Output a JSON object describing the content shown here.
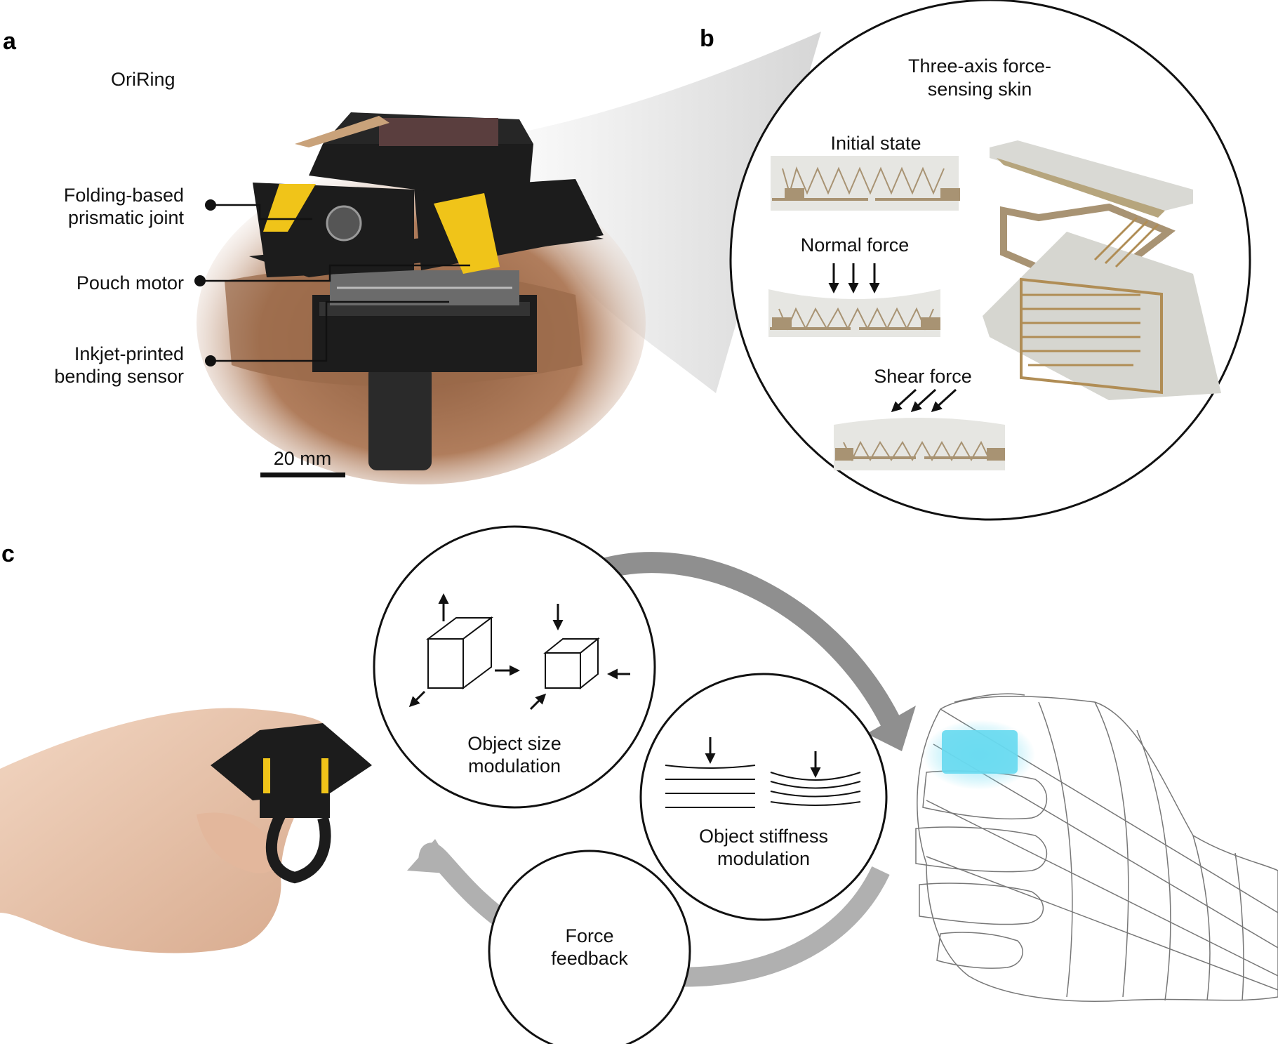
{
  "panels": {
    "a": {
      "letter": "a",
      "title": "OriRing",
      "callouts": [
        {
          "lines": [
            "Folding-based",
            "prismatic joint"
          ]
        },
        {
          "lines": [
            "Pouch motor"
          ]
        },
        {
          "lines": [
            "Inkjet-printed",
            "bending sensor"
          ]
        }
      ],
      "scalebar": "20 mm"
    },
    "b": {
      "letter": "b",
      "title_lines": [
        "Three-axis force-",
        "sensing skin"
      ],
      "states": [
        "Initial state",
        "Normal force",
        "Shear force"
      ]
    },
    "c": {
      "letter": "c",
      "circles": [
        {
          "lines": [
            "Object size",
            "modulation"
          ]
        },
        {
          "lines": [
            "Object stiffness",
            "modulation"
          ]
        },
        {
          "lines": [
            "Force",
            "feedback"
          ]
        }
      ]
    }
  },
  "colors": {
    "ink": "#111111",
    "cycle_arrow": "#8f8f8f",
    "sensor_tan": "#a89373",
    "skin_gray": "#e6e6e2",
    "device_black": "#1c1c1c",
    "pouch_yellow": "#f0c419",
    "vr_highlight": "#66d9f0"
  }
}
